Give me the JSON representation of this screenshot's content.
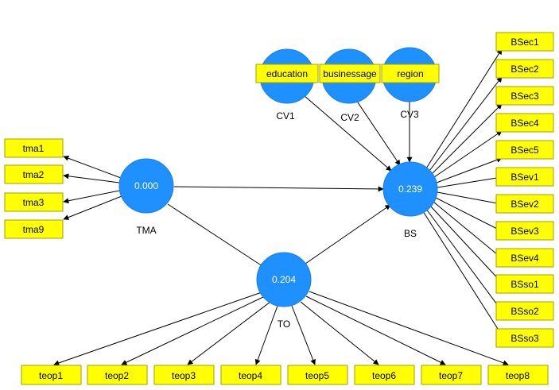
{
  "colors": {
    "latent_fill": "#1e90ff",
    "indicator_fill": "#ffff00",
    "edge": "#000000"
  },
  "latent_variables": {
    "TMA": {
      "name": "TMA",
      "value": "0.000"
    },
    "BS": {
      "name": "BS",
      "value": "0.239"
    },
    "TO": {
      "name": "TO",
      "value": "0.204"
    },
    "CV1": {
      "name": "CV1",
      "value": ""
    },
    "CV2": {
      "name": "CV2",
      "value": ""
    },
    "CV3": {
      "name": "CV3",
      "value": ""
    }
  },
  "indicators": {
    "tma": [
      "tma1",
      "tma2",
      "tma3",
      "tma9"
    ],
    "bs": [
      "BSec1",
      "BSec2",
      "BSec3",
      "BSec4",
      "BSec5",
      "BSev1",
      "BSev2",
      "BSev3",
      "BSev4",
      "BSso1",
      "BSso2",
      "BSso3"
    ],
    "to": [
      "teop1",
      "teop2",
      "teop3",
      "teop4",
      "teop5",
      "teop6",
      "teop7",
      "teop8"
    ],
    "cv1": "education",
    "cv2": "businessage",
    "cv3": "region"
  }
}
